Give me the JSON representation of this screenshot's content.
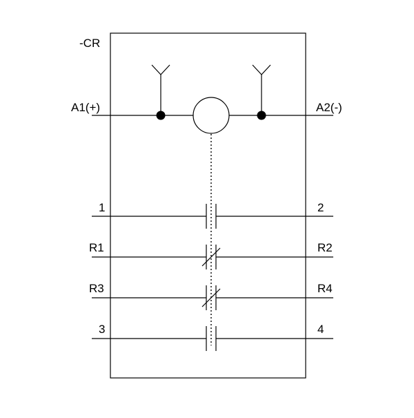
{
  "device": {
    "tag": "-CR"
  },
  "coil": {
    "left_label": "A1(+)",
    "right_label": "A2(-)"
  },
  "contacts": [
    {
      "left": "1",
      "right": "2",
      "type": "normally-open"
    },
    {
      "left": "R1",
      "right": "R2",
      "type": "normally-closed"
    },
    {
      "left": "R3",
      "right": "R4",
      "type": "normally-closed"
    },
    {
      "left": "3",
      "right": "4",
      "type": "normally-open"
    }
  ],
  "colors": {
    "line": "#000000",
    "background": "#ffffff"
  }
}
